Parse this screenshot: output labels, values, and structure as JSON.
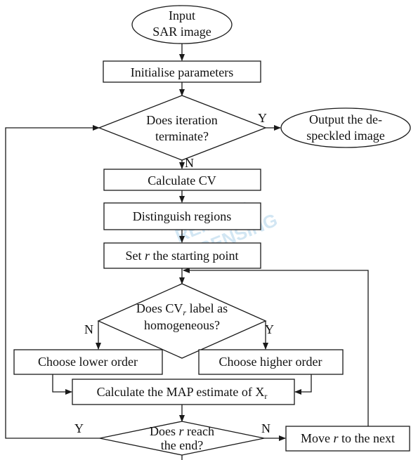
{
  "diagram": {
    "nodes": {
      "input": [
        "Input",
        "SAR image"
      ],
      "init": "Initialise parameters",
      "terminate": [
        "Does iteration",
        "terminate?"
      ],
      "output": [
        "Output the de-",
        "speckled image"
      ],
      "calc_cv": "Calculate CV",
      "distinguish": "Distinguish regions",
      "set_r": {
        "a": "Set ",
        "r": "r",
        "b": " the starting point"
      },
      "homog": {
        "l1a": "Does CV",
        "l1sub": "r",
        "l1b": " label as",
        "l2": "homogeneous?"
      },
      "lower": "Choose lower order",
      "higher": "Choose higher order",
      "map": {
        "a": "Calculate the MAP estimate of X",
        "sub": "r"
      },
      "reach": {
        "l1a": "Does ",
        "r": "r",
        "l1b": " reach",
        "l2": "the end?"
      },
      "move": {
        "a": "Move ",
        "r": "r",
        "b": " to the next"
      }
    },
    "edge_labels": {
      "terminate_yes": "Y",
      "terminate_no": "N",
      "homog_no": "N",
      "homog_yes": "Y",
      "reach_yes": "Y",
      "reach_no": "N"
    },
    "watermark": [
      "REMOTE",
      "SENSING"
    ]
  }
}
